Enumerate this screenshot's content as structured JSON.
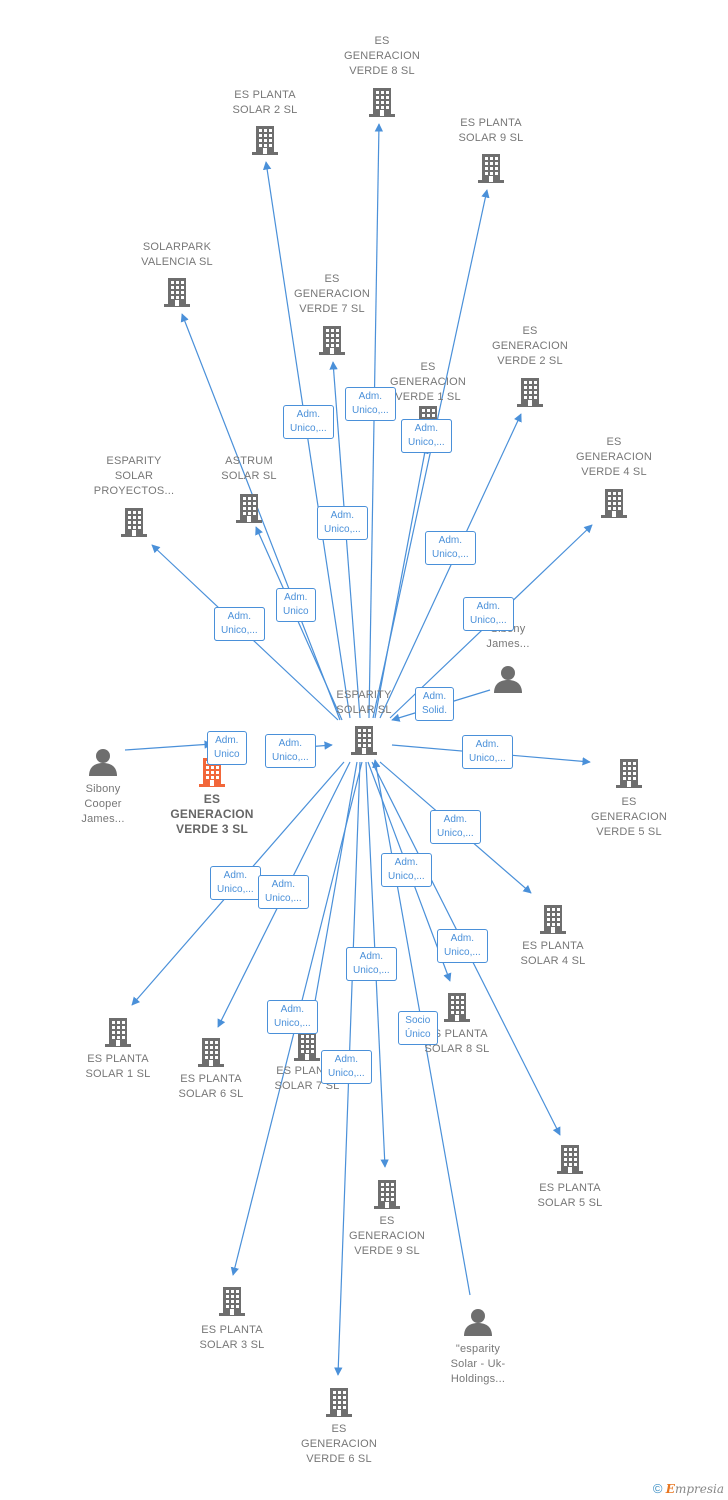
{
  "nodes": [
    {
      "id": "center",
      "type": "company",
      "label": "ESPARITY\nSOLAR  SL",
      "color": "#6e6e6e"
    },
    {
      "id": "verde8",
      "type": "company",
      "label": "ES\nGENERACION\nVERDE 8  SL",
      "color": "#6e6e6e"
    },
    {
      "id": "planta2",
      "type": "company",
      "label": "ES PLANTA\nSOLAR 2  SL",
      "color": "#6e6e6e"
    },
    {
      "id": "planta9",
      "type": "company",
      "label": "ES PLANTA\nSOLAR 9  SL",
      "color": "#6e6e6e"
    },
    {
      "id": "valencia",
      "type": "company",
      "label": "SOLARPARK\nVALENCIA  SL",
      "color": "#6e6e6e"
    },
    {
      "id": "verde7",
      "type": "company",
      "label": "ES\nGENERACION\nVERDE 7  SL",
      "color": "#6e6e6e"
    },
    {
      "id": "verde2",
      "type": "company",
      "label": "ES\nGENERACION\nVERDE 2  SL",
      "color": "#6e6e6e"
    },
    {
      "id": "verde1",
      "type": "company",
      "label": "ES\nGENERACION\nVERDE 1  SL",
      "color": "#6e6e6e"
    },
    {
      "id": "verde4",
      "type": "company",
      "label": "ES\nGENERACION\nVERDE 4  SL",
      "color": "#6e6e6e"
    },
    {
      "id": "proyectos",
      "type": "company",
      "label": "ESPARITY\nSOLAR\nPROYECTOS...",
      "color": "#6e6e6e"
    },
    {
      "id": "astrum",
      "type": "company",
      "label": "ASTRUM\nSOLAR  SL",
      "color": "#6e6e6e"
    },
    {
      "id": "p_sibony2",
      "type": "person",
      "label": "h\nSibony\nJames...",
      "color": "#6e6e6e"
    },
    {
      "id": "p_sibony1",
      "type": "person",
      "label": "Sibony\nCooper\nJames...",
      "color": "#6e6e6e"
    },
    {
      "id": "verde3",
      "type": "company",
      "label": "ES\nGENERACION\nVERDE 3  SL",
      "color": "#f2673a",
      "highlight": true
    },
    {
      "id": "verde5",
      "type": "company",
      "label": "ES\nGENERACION\nVERDE 5  SL",
      "color": "#6e6e6e"
    },
    {
      "id": "planta4",
      "type": "company",
      "label": "ES PLANTA\nSOLAR 4  SL",
      "color": "#6e6e6e"
    },
    {
      "id": "planta1",
      "type": "company",
      "label": "ES PLANTA\nSOLAR 1  SL",
      "color": "#6e6e6e"
    },
    {
      "id": "planta6",
      "type": "company",
      "label": "ES PLANTA\nSOLAR 6  SL",
      "color": "#6e6e6e"
    },
    {
      "id": "planta7",
      "type": "company",
      "label": "ES PLANTA\nSOLAR 7  SL",
      "color": "#6e6e6e"
    },
    {
      "id": "planta8",
      "type": "company",
      "label": "ES PLANTA\nSOLAR 8  SL",
      "color": "#6e6e6e"
    },
    {
      "id": "planta5",
      "type": "company",
      "label": "ES PLANTA\nSOLAR 5  SL",
      "color": "#6e6e6e"
    },
    {
      "id": "verde9",
      "type": "company",
      "label": "ES\nGENERACION\nVERDE 9  SL",
      "color": "#6e6e6e"
    },
    {
      "id": "planta3",
      "type": "company",
      "label": "ES PLANTA\nSOLAR 3  SL",
      "color": "#6e6e6e"
    },
    {
      "id": "p_uk",
      "type": "person",
      "label": "\"esparity\nSolar - Uk-\nHoldings...",
      "color": "#6e6e6e"
    },
    {
      "id": "verde6",
      "type": "company",
      "label": "ES\nGENERACION\nVERDE 6  SL",
      "color": "#6e6e6e"
    }
  ],
  "edges": [
    {
      "from": "center",
      "to": "verde8",
      "label": "Adm.\nUnico,..."
    },
    {
      "from": "center",
      "to": "planta2",
      "label": "Adm.\nUnico,..."
    },
    {
      "from": "center",
      "to": "planta9",
      "label": "Adm.\nUnico,..."
    },
    {
      "from": "center",
      "to": "valencia",
      "label": "Adm.\nUnico,..."
    },
    {
      "from": "center",
      "to": "verde7",
      "label": "Adm.\nUnico,..."
    },
    {
      "from": "center",
      "to": "verde2",
      "label": "Adm.\nUnico,..."
    },
    {
      "from": "center",
      "to": "verde1",
      "label": "Adm.\nUnico,..."
    },
    {
      "from": "center",
      "to": "verde4",
      "label": "Adm.\nUnico,..."
    },
    {
      "from": "center",
      "to": "proyectos",
      "label": "Adm.\nUnico,..."
    },
    {
      "from": "center",
      "to": "astrum",
      "label": "Adm.\nUnico"
    },
    {
      "from": "p_sibony2",
      "to": "center",
      "label": "Adm.\nSolid."
    },
    {
      "from": "p_sibony1",
      "to": "verde3",
      "label": "Adm.\nUnico"
    },
    {
      "from": "verde3",
      "to": "center",
      "label": "Adm.\nUnico,..."
    },
    {
      "from": "center",
      "to": "verde5",
      "label": "Adm.\nUnico,..."
    },
    {
      "from": "center",
      "to": "planta4",
      "label": "Adm.\nUnico,..."
    },
    {
      "from": "center",
      "to": "planta1",
      "label": "Adm.\nUnico,..."
    },
    {
      "from": "center",
      "to": "planta6",
      "label": "Adm.\nUnico,..."
    },
    {
      "from": "center",
      "to": "planta7",
      "label": "Adm.\nUnico,..."
    },
    {
      "from": "center",
      "to": "planta8",
      "label": "Adm.\nUnico,..."
    },
    {
      "from": "center",
      "to": "planta5",
      "label": "Adm.\nUnico,..."
    },
    {
      "from": "center",
      "to": "verde9",
      "label": "Adm.\nUnico,..."
    },
    {
      "from": "center",
      "to": "planta3",
      "label": "Adm.\nUnico,..."
    },
    {
      "from": "p_uk",
      "to": "center",
      "label": "Socio\nÚnico"
    },
    {
      "from": "center",
      "to": "verde6",
      "label": "Adm.\nUnico,..."
    }
  ],
  "footer": {
    "copyright": "©",
    "brand_initial": "E",
    "brand_rest": "mpresia"
  },
  "colors": {
    "edge": "#4a90d9",
    "node": "#6e6e6e",
    "highlight": "#f2673a"
  }
}
